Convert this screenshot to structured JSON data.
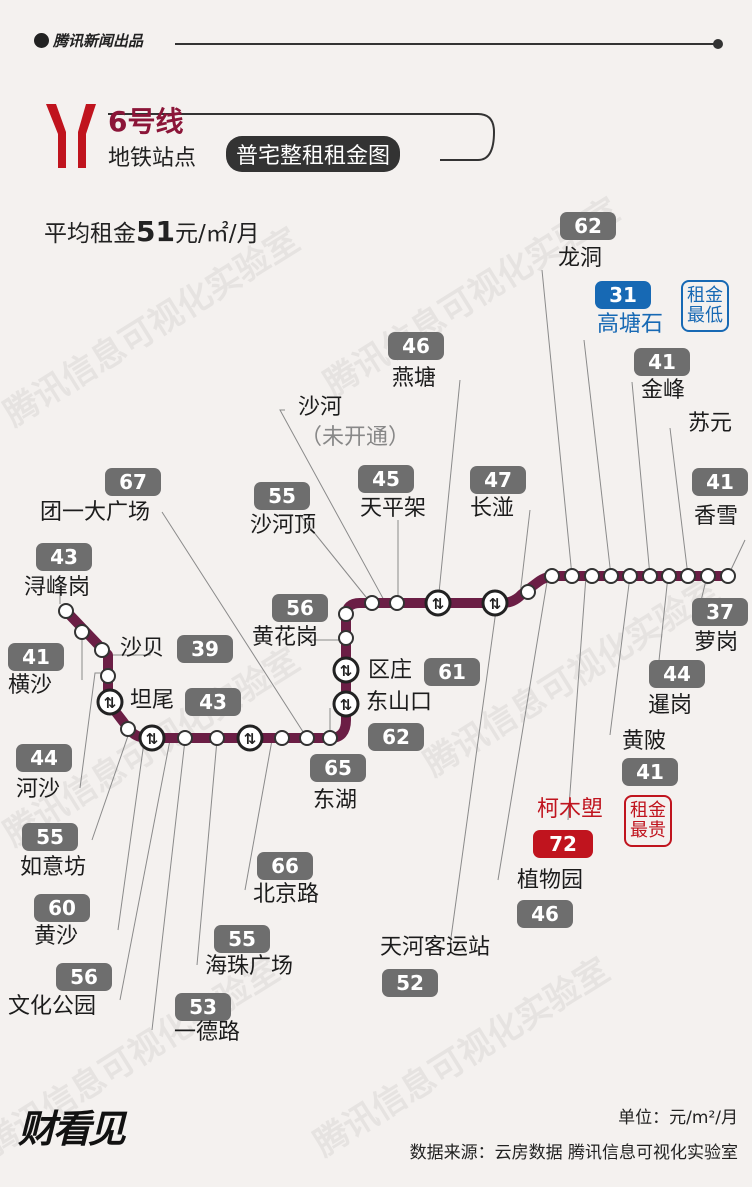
{
  "header": {
    "brand": "腾讯新闻出品",
    "line_name": "6号线",
    "subtitle": "地铁站点",
    "subtitle_pill": "普宅整租租金图",
    "avg_prefix": "平均租金",
    "avg_value": "51",
    "avg_unit": "元/㎡/月"
  },
  "colors": {
    "line": "#6b1e45",
    "low": "#1769b4",
    "high": "#c0141e",
    "price_badge": "#6e6e6e"
  },
  "stations": {
    "xunfenggang": {
      "name": "浔峰岗",
      "price": "43"
    },
    "hengsha": {
      "name": "横沙",
      "price": "41"
    },
    "shabei": {
      "name": "沙贝",
      "price": "39"
    },
    "heshao": {
      "name": "河沙",
      "price": "44"
    },
    "tanwei": {
      "name": "坦尾",
      "price": "43"
    },
    "ruyifang": {
      "name": "如意坊",
      "price": "55"
    },
    "huangsha": {
      "name": "黄沙",
      "price": "60"
    },
    "wenhuagongyuan": {
      "name": "文化公园",
      "price": "56"
    },
    "yidelu": {
      "name": "一德路",
      "price": "53"
    },
    "haizhuguangchang": {
      "name": "海珠广场",
      "price": "55"
    },
    "beijinglu": {
      "name": "北京路",
      "price": "66"
    },
    "tuanyidaguangchang": {
      "name": "团一大广场",
      "price": "67"
    },
    "donghu": {
      "name": "东湖",
      "price": "65"
    },
    "dongshankou": {
      "name": "东山口",
      "price": "62"
    },
    "quzhuang": {
      "name": "区庄",
      "price": "61"
    },
    "huanghuagang": {
      "name": "黄花岗",
      "price": "56"
    },
    "shaheding": {
      "name": "沙河顶",
      "price": "55"
    },
    "shahe": {
      "name": "沙河",
      "note": "（未开通）"
    },
    "tianpingjia": {
      "name": "天平架",
      "price": "45"
    },
    "yantang": {
      "name": "燕塘",
      "price": "46"
    },
    "tianhekeyunzhan": {
      "name": "天河客运站",
      "price": "52"
    },
    "changban": {
      "name": "长湴",
      "price": "47"
    },
    "zhiwuyuan": {
      "name": "植物园",
      "price": "46"
    },
    "longdong": {
      "name": "龙洞",
      "price": "62"
    },
    "kemulang": {
      "name": "柯木塱",
      "price": "72",
      "note": "租金最贵"
    },
    "gaotangshi": {
      "name": "高塘石",
      "price": "31",
      "note": "租金最低"
    },
    "huangbei": {
      "name": "黄陂",
      "price": "41"
    },
    "jinfeng": {
      "name": "金峰",
      "price": "41"
    },
    "xiegang": {
      "name": "暹岗",
      "price": "44"
    },
    "suyuan": {
      "name": "苏元"
    },
    "luogang": {
      "name": "萝岗",
      "price": "37"
    },
    "xiangxue": {
      "name": "香雪",
      "price": "41"
    }
  },
  "footer": {
    "unit": "单位：元/m²/月",
    "source": "数据来源：云房数据 腾讯信息可视化实验室",
    "brand_logo": "财看见",
    "watermark": "腾讯信息可视化实验室"
  }
}
